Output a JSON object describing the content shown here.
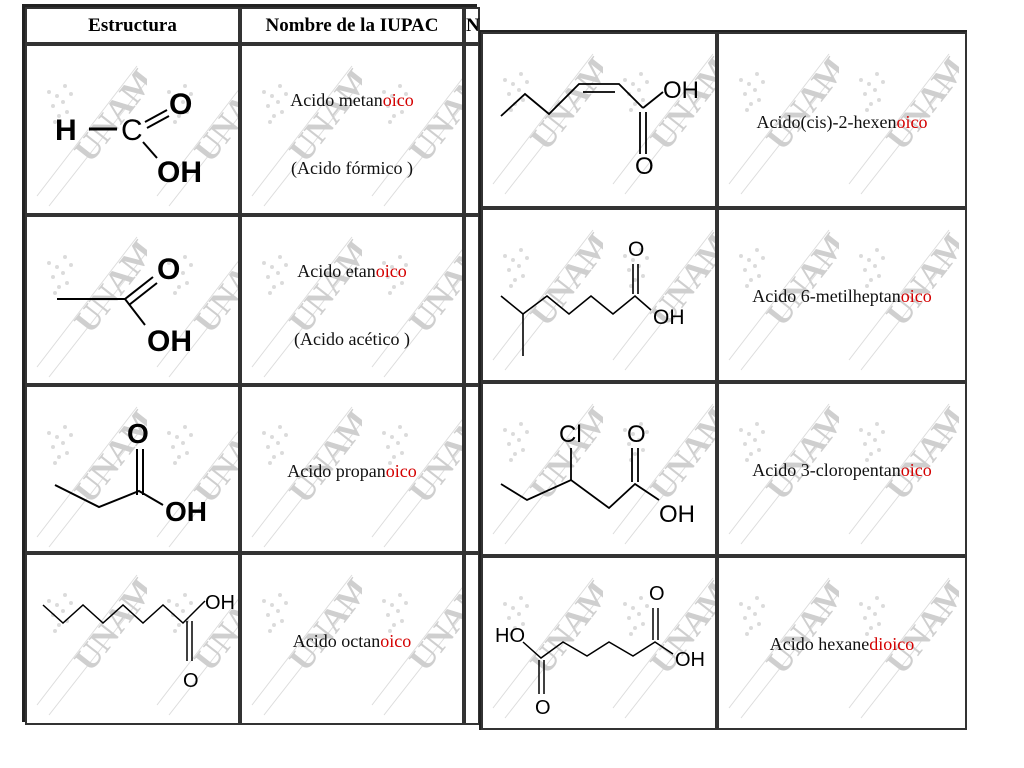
{
  "left_table": {
    "headers": [
      "Estructura",
      "Nombre de la IUPAC",
      "N"
    ],
    "rows": [
      {
        "name_pre": "Acido metan",
        "name_suf": "oico",
        "common": "(Acido fórmico )",
        "structure": "formic-acid"
      },
      {
        "name_pre": "Acido etan",
        "name_suf": "oico",
        "common": "(Acido acético )",
        "structure": "acetic-acid"
      },
      {
        "name_pre": "Acido propan",
        "name_suf": "oico",
        "common": "",
        "structure": "propanoic-acid"
      },
      {
        "name_pre": "Acido octan",
        "name_suf": "oico",
        "common": "",
        "structure": "octanoic-acid"
      }
    ]
  },
  "right_table": {
    "rows": [
      {
        "name_pre": "Acido(cis)-2-hexen",
        "name_suf": "oico",
        "structure": "cis-2-hexenoic-acid"
      },
      {
        "name_pre": "Acido 6-metilheptan",
        "name_suf": "oico",
        "structure": "6-methylheptanoic-acid"
      },
      {
        "name_pre": "Acido 3-cloropentan",
        "name_suf": "oico",
        "structure": "3-chloropentanoic-acid"
      },
      {
        "name_pre": "Acido hexane",
        "name_suf": "dioico",
        "structure": "hexanedioic-acid"
      }
    ]
  },
  "watermark": "UNAM",
  "atoms": {
    "H": "H",
    "C": "C",
    "O": "O",
    "OH": "OH",
    "HO": "HO",
    "Cl": "Cl"
  },
  "colors": {
    "suffix": "#d40000",
    "border": "#333333",
    "watermark": "#c8c8c8"
  }
}
